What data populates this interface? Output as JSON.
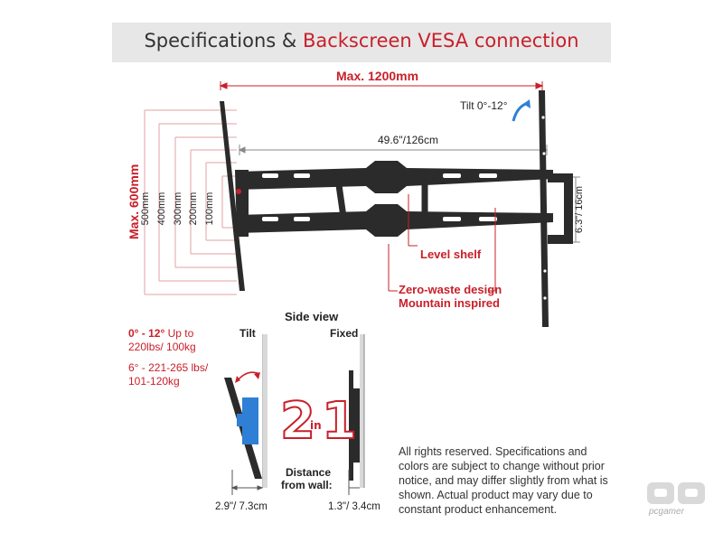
{
  "header": {
    "title_a": "Specifications & ",
    "title_b": "Backscreen VESA connection"
  },
  "dims": {
    "max_width": "Max. 1200mm",
    "tilt": "Tilt 0°-12°",
    "arm_width": "49.6\"/126cm",
    "max_height": "Max. 600mm",
    "v500": "500mm",
    "v400": "400mm",
    "v300": "300mm",
    "v200": "200mm",
    "v100": "100mm",
    "side_height": "6.3\"/ 16cm"
  },
  "callouts": {
    "level_shelf": "Level shelf",
    "zero_waste_1": "Zero-waste design",
    "zero_waste_2": "Mountain inspired"
  },
  "side_view": {
    "title": "Side view",
    "tilt_label": "Tilt",
    "fixed_label": "Fixed",
    "spec1_bold": "0° - 12°",
    "spec1_rest": " Up to",
    "spec1_line2": "220lbs/ 100kg",
    "spec2_line1": "6° - 221-265 lbs/",
    "spec2_line2": "101-120kg",
    "two_in_one_a": "2",
    "two_in_one_in": "in",
    "two_in_one_b": "1",
    "distance_1": "Distance",
    "distance_2": "from wall:",
    "tilt_distance": "2.9\"/ 7.3cm",
    "fixed_distance": "1.3\"/ 3.4cm"
  },
  "disclaimer": "All rights reserved. Specifications and colors are subject to change without prior notice, and may differ slightly from what is shown. Actual product may vary due to constant product enhancement.",
  "logo": {
    "text": "pcgamer"
  },
  "colors": {
    "accent": "#c8202a",
    "mount": "#2b2b2b",
    "bracket": "#2f7fd6"
  }
}
